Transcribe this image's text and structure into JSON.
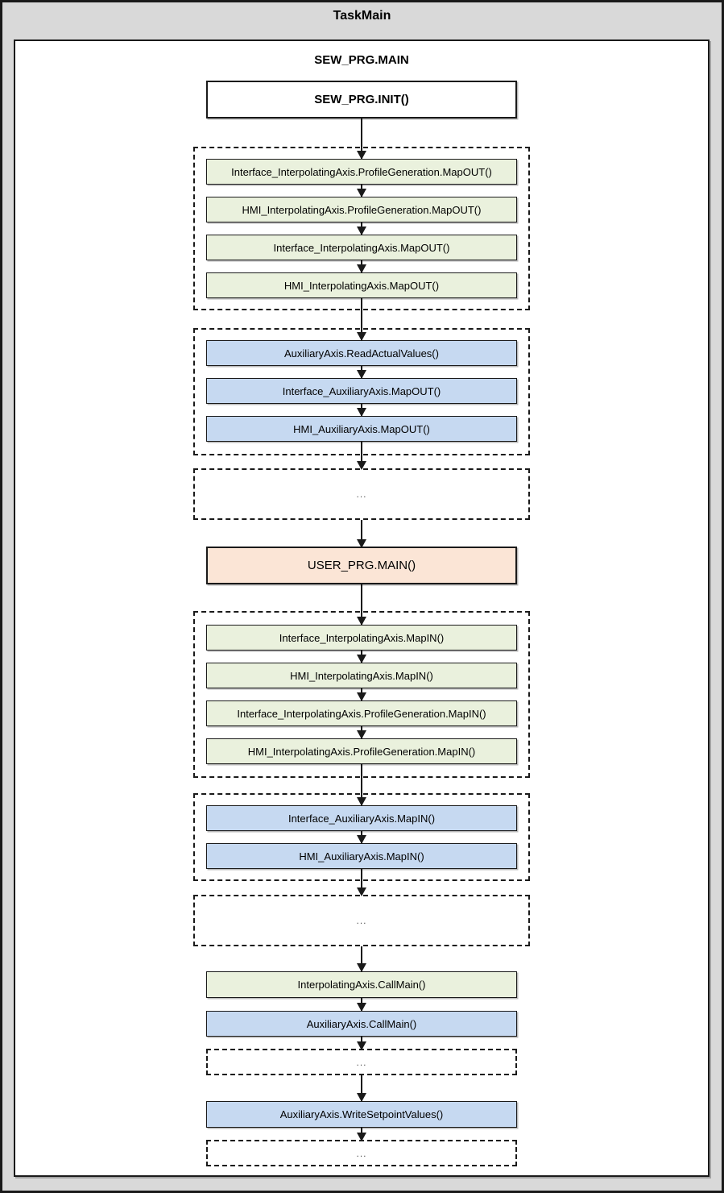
{
  "frame": {
    "title": "TaskMain"
  },
  "program": {
    "title": "SEW_PRG.MAIN"
  },
  "colors": {
    "frame_bg": "#d9d9d9",
    "green": "#eaf1dd",
    "blue": "#c6d9f1",
    "orange": "#fbe5d6",
    "white": "#ffffff",
    "line": "#1a1a1a"
  },
  "flow": {
    "init": "SEW_PRG.INIT()",
    "group_interpolating_mapout": [
      "Interface_InterpolatingAxis.ProfileGeneration.MapOUT()",
      "HMI_InterpolatingAxis.ProfileGeneration.MapOUT()",
      "Interface_InterpolatingAxis.MapOUT()",
      "HMI_InterpolatingAxis.MapOUT()"
    ],
    "group_auxiliary_mapout": [
      "AuxiliaryAxis.ReadActualValues()",
      "Interface_AuxiliaryAxis.MapOUT()",
      "HMI_AuxiliaryAxis.MapOUT()"
    ],
    "ellipsis_1": "...",
    "user_main": "USER_PRG.MAIN()",
    "group_interpolating_mapin": [
      "Interface_InterpolatingAxis.MapIN()",
      "HMI_InterpolatingAxis.MapIN()",
      "Interface_InterpolatingAxis.ProfileGeneration.MapIN()",
      "HMI_InterpolatingAxis.ProfileGeneration.MapIN()"
    ],
    "group_auxiliary_mapin": [
      "Interface_AuxiliaryAxis.MapIN()",
      "HMI_AuxiliaryAxis.MapIN()"
    ],
    "ellipsis_2": "...",
    "callmain_interpolating": "InterpolatingAxis.CallMain()",
    "callmain_auxiliary": "AuxiliaryAxis.CallMain()",
    "ellipsis_3": "...",
    "write_setpoints": "AuxiliaryAxis.WriteSetpointValues()",
    "ellipsis_4": "..."
  }
}
